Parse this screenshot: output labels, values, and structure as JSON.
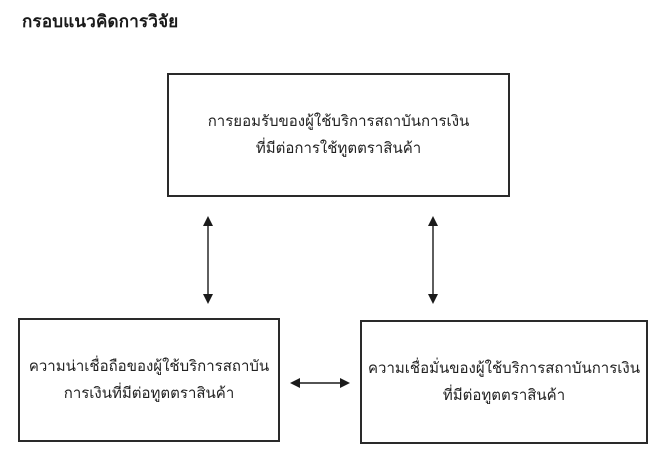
{
  "title": "กรอบแนวคิดการวิจัย",
  "boxes": {
    "top": {
      "line1": "การยอมรับของผู้ใช้บริการสถาบันการเงิน",
      "line2": "ที่มีต่อการใช้ทูตตราสินค้า"
    },
    "left": {
      "line1": "ความน่าเชื่อถือของผู้ใช้บริการสถาบัน",
      "line2": "การเงินที่มีต่อทูตตราสินค้า"
    },
    "right": {
      "line1": "ความเชื่อมั่นของผู้ใช้บริการสถาบันการเงิน",
      "line2": "ที่มีต่อทูตตราสินค้า"
    }
  },
  "connections": [
    {
      "from": "top",
      "to": "left",
      "type": "bidirectional"
    },
    {
      "from": "top",
      "to": "right",
      "type": "bidirectional"
    },
    {
      "from": "left",
      "to": "right",
      "type": "bidirectional"
    }
  ],
  "colors": {
    "line": "#1a1a1a",
    "text": "#222222",
    "background": "#ffffff"
  }
}
